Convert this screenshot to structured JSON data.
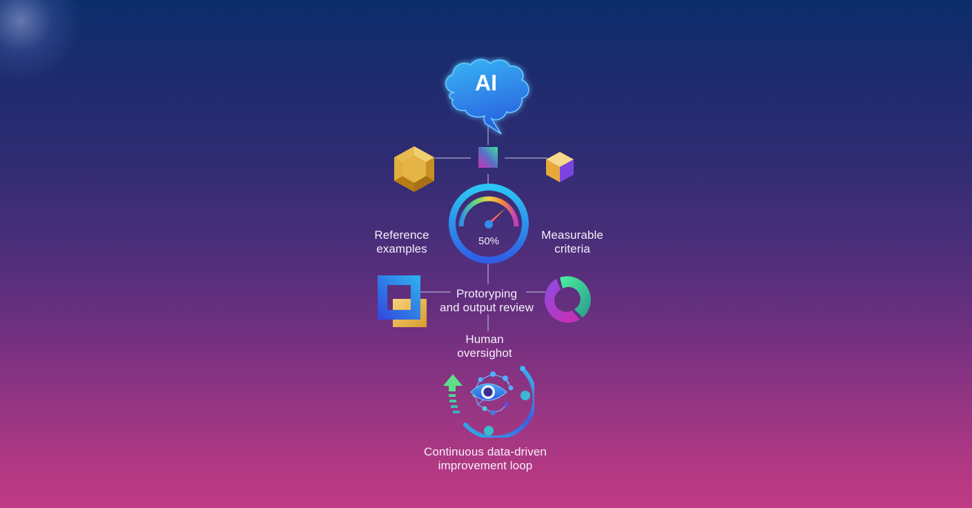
{
  "diagram": {
    "title_node": {
      "label": "AI",
      "icon": "brain-icon"
    },
    "gauge": {
      "value_label": "50%",
      "icon": "gauge-icon",
      "value": 50
    },
    "nodes": {
      "reference_examples": {
        "label_line1": "Reference",
        "label_line2": "examples",
        "icon": "hexagon-gem-icon"
      },
      "measurable_criteria": {
        "label_line1": "Measurable",
        "label_line2": "criteria",
        "icon": "cube-icon"
      },
      "connector_square": {
        "icon": "gradient-square-icon"
      },
      "prototyping": {
        "label_line1": "Protoryping",
        "label_line2": "and output review",
        "icon": "layered-squares-icon"
      },
      "donut": {
        "icon": "donut-chart-icon"
      },
      "human_oversight": {
        "label_line1": "Human",
        "label_line2": "oversighot"
      },
      "improvement_loop": {
        "label_line1": "Continuous data-driven",
        "label_line2": "improvement loop",
        "icon": "eye-loop-icon"
      }
    },
    "colors": {
      "bg_top": "#0b2d6b",
      "bg_mid": "#5f2f7e",
      "bg_bottom": "#c03984",
      "brain_blue": "#2f8df0",
      "gold": "#e5b13f",
      "ring_blue": "#2aa0f0",
      "green": "#4fe08a",
      "violet": "#7b3fe0"
    }
  }
}
